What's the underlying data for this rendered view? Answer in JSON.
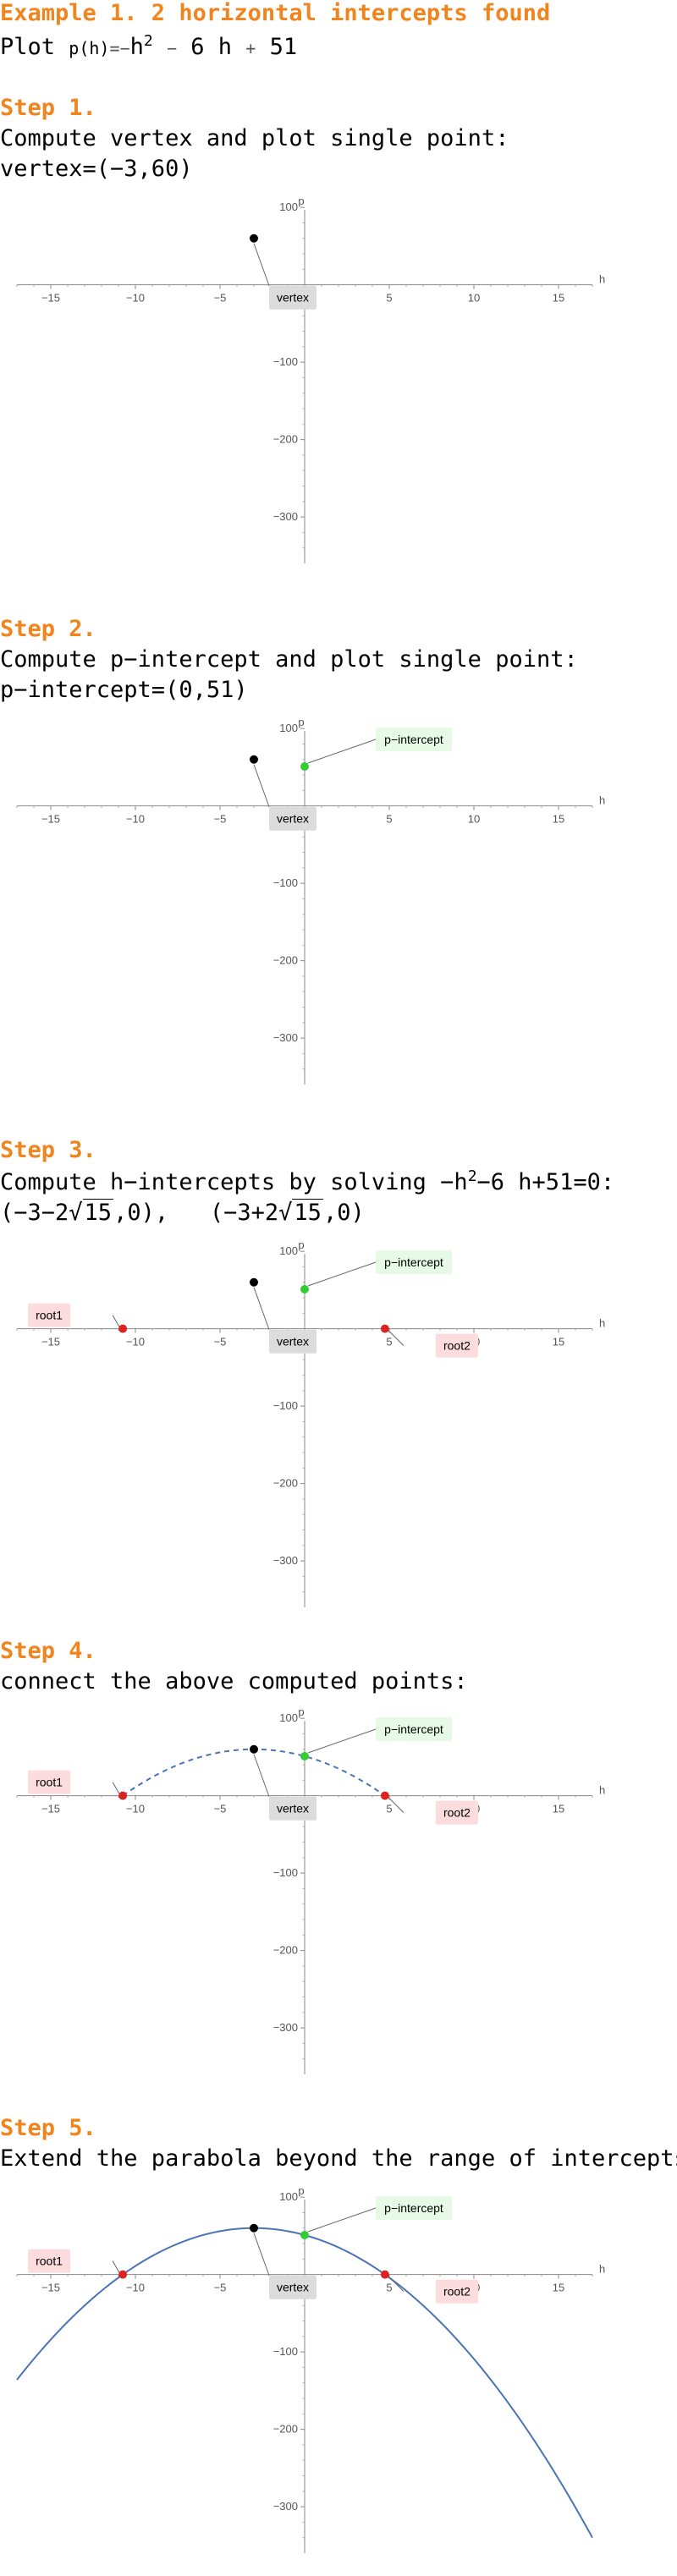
{
  "title": "Example 1. 2 horizontal intercepts found",
  "intro": {
    "plot_word": "Plot",
    "fn": "p(h)",
    "eq": "=",
    "expr_neg": "−",
    "h_sq_base": "h",
    "sq": "2",
    "minus": "−",
    "six_h": "6 h",
    "plus": "+",
    "const": "51"
  },
  "colors": {
    "accent": "#f0841d",
    "vertex": "#000000",
    "p_intercept": "#33cc33",
    "roots": "#dd2222",
    "curve": "#4a74b4",
    "vertex_label_bg": "#dcdcdc",
    "p_label_bg": "#e6fae6",
    "root_label_bg": "#fcdcdc"
  },
  "steps": [
    {
      "heading": "Step 1.",
      "line1": "Compute vertex and plot single point:",
      "line2": "vertex=(−3,60)"
    },
    {
      "heading": "Step 2.",
      "line1": "Compute p−intercept and plot single point:",
      "line2": "p−intercept=(0,51)"
    },
    {
      "heading": "Step 3.",
      "line1_a": "Compute h−intercepts by solving −h",
      "line1_sup": "2",
      "line1_b": "−6 h+51=0:",
      "root1_a": "(−3−2",
      "root1_rad": "15",
      "root1_b": ",0),",
      "root2_a": "(−3+2",
      "root2_rad": "15",
      "root2_b": ",0)"
    },
    {
      "heading": "Step 4.",
      "line1": "connect the above computed points:"
    },
    {
      "heading": "Step 5.",
      "line1": "Extend the parabola beyond the range of intercepts"
    }
  ],
  "chart_data": [
    {
      "type": "scatter",
      "xlabel": "h",
      "ylabel": "p",
      "xlim": [
        -17,
        17
      ],
      "ylim": [
        -360,
        110
      ],
      "x_ticks": [
        -15,
        -10,
        -5,
        5,
        10,
        15
      ],
      "y_ticks": [
        100,
        -100,
        -200,
        -300
      ],
      "x_tick_labels": [
        "−15",
        "−10",
        "−5",
        "5",
        "10",
        "15"
      ],
      "y_tick_labels": [
        "100",
        "−100",
        "−200",
        "−300"
      ],
      "points": [
        {
          "name": "vertex",
          "x": -3,
          "y": 60,
          "label": "vertex"
        }
      ],
      "curve": "none"
    },
    {
      "type": "scatter",
      "xlabel": "h",
      "ylabel": "p",
      "xlim": [
        -17,
        17
      ],
      "ylim": [
        -360,
        110
      ],
      "x_ticks": [
        -15,
        -10,
        -5,
        5,
        10,
        15
      ],
      "y_ticks": [
        100,
        -100,
        -200,
        -300
      ],
      "x_tick_labels": [
        "−15",
        "−10",
        "−5",
        "5",
        "10",
        "15"
      ],
      "y_tick_labels": [
        "100",
        "−100",
        "−200",
        "−300"
      ],
      "points": [
        {
          "name": "vertex",
          "x": -3,
          "y": 60,
          "label": "vertex"
        },
        {
          "name": "p-intercept",
          "x": 0,
          "y": 51,
          "label": "p−intercept"
        }
      ],
      "curve": "none"
    },
    {
      "type": "scatter",
      "xlabel": "h",
      "ylabel": "p",
      "xlim": [
        -17,
        17
      ],
      "ylim": [
        -360,
        110
      ],
      "x_ticks": [
        -15,
        -10,
        -5,
        5,
        10,
        15
      ],
      "y_ticks": [
        100,
        -100,
        -200,
        -300
      ],
      "x_tick_labels": [
        "−15",
        "−10",
        "−5",
        "5",
        "10",
        "15"
      ],
      "y_tick_labels": [
        "100",
        "−100",
        "−200",
        "−300"
      ],
      "points": [
        {
          "name": "vertex",
          "x": -3,
          "y": 60,
          "label": "vertex"
        },
        {
          "name": "p-intercept",
          "x": 0,
          "y": 51,
          "label": "p−intercept"
        },
        {
          "name": "root1",
          "x": -10.746,
          "y": 0,
          "label": "root1"
        },
        {
          "name": "root2",
          "x": 4.746,
          "y": 0,
          "label": "root2"
        }
      ],
      "curve": "none"
    },
    {
      "type": "line",
      "xlabel": "h",
      "ylabel": "p",
      "xlim": [
        -17,
        17
      ],
      "ylim": [
        -360,
        110
      ],
      "x_ticks": [
        -15,
        -10,
        -5,
        5,
        10,
        15
      ],
      "y_ticks": [
        100,
        -100,
        -200,
        -300
      ],
      "x_tick_labels": [
        "−15",
        "−10",
        "−5",
        "5",
        "10",
        "15"
      ],
      "y_tick_labels": [
        "100",
        "−100",
        "−200",
        "−300"
      ],
      "points": [
        {
          "name": "vertex",
          "x": -3,
          "y": 60,
          "label": "vertex"
        },
        {
          "name": "p-intercept",
          "x": 0,
          "y": 51,
          "label": "p−intercept"
        },
        {
          "name": "root1",
          "x": -10.746,
          "y": 0,
          "label": "root1"
        },
        {
          "name": "root2",
          "x": 4.746,
          "y": 0,
          "label": "root2"
        }
      ],
      "curve": "dashed",
      "curve_range": [
        -10.746,
        4.746
      ],
      "a": -1,
      "b": -6,
      "c": 51
    },
    {
      "type": "line",
      "xlabel": "h",
      "ylabel": "p",
      "xlim": [
        -17,
        17
      ],
      "ylim": [
        -360,
        110
      ],
      "x_ticks": [
        -15,
        -10,
        -5,
        5,
        10,
        15
      ],
      "y_ticks": [
        100,
        -100,
        -200,
        -300
      ],
      "x_tick_labels": [
        "−15",
        "−10",
        "−5",
        "5",
        "10",
        "15"
      ],
      "y_tick_labels": [
        "100",
        "−100",
        "−200",
        "−300"
      ],
      "points": [
        {
          "name": "vertex",
          "x": -3,
          "y": 60,
          "label": "vertex"
        },
        {
          "name": "p-intercept",
          "x": 0,
          "y": 51,
          "label": "p−intercept"
        },
        {
          "name": "root1",
          "x": -10.746,
          "y": 0,
          "label": "root1"
        },
        {
          "name": "root2",
          "x": 4.746,
          "y": 0,
          "label": "root2"
        }
      ],
      "curve": "solid",
      "curve_range": [
        -17,
        17
      ],
      "a": -1,
      "b": -6,
      "c": 51
    }
  ]
}
